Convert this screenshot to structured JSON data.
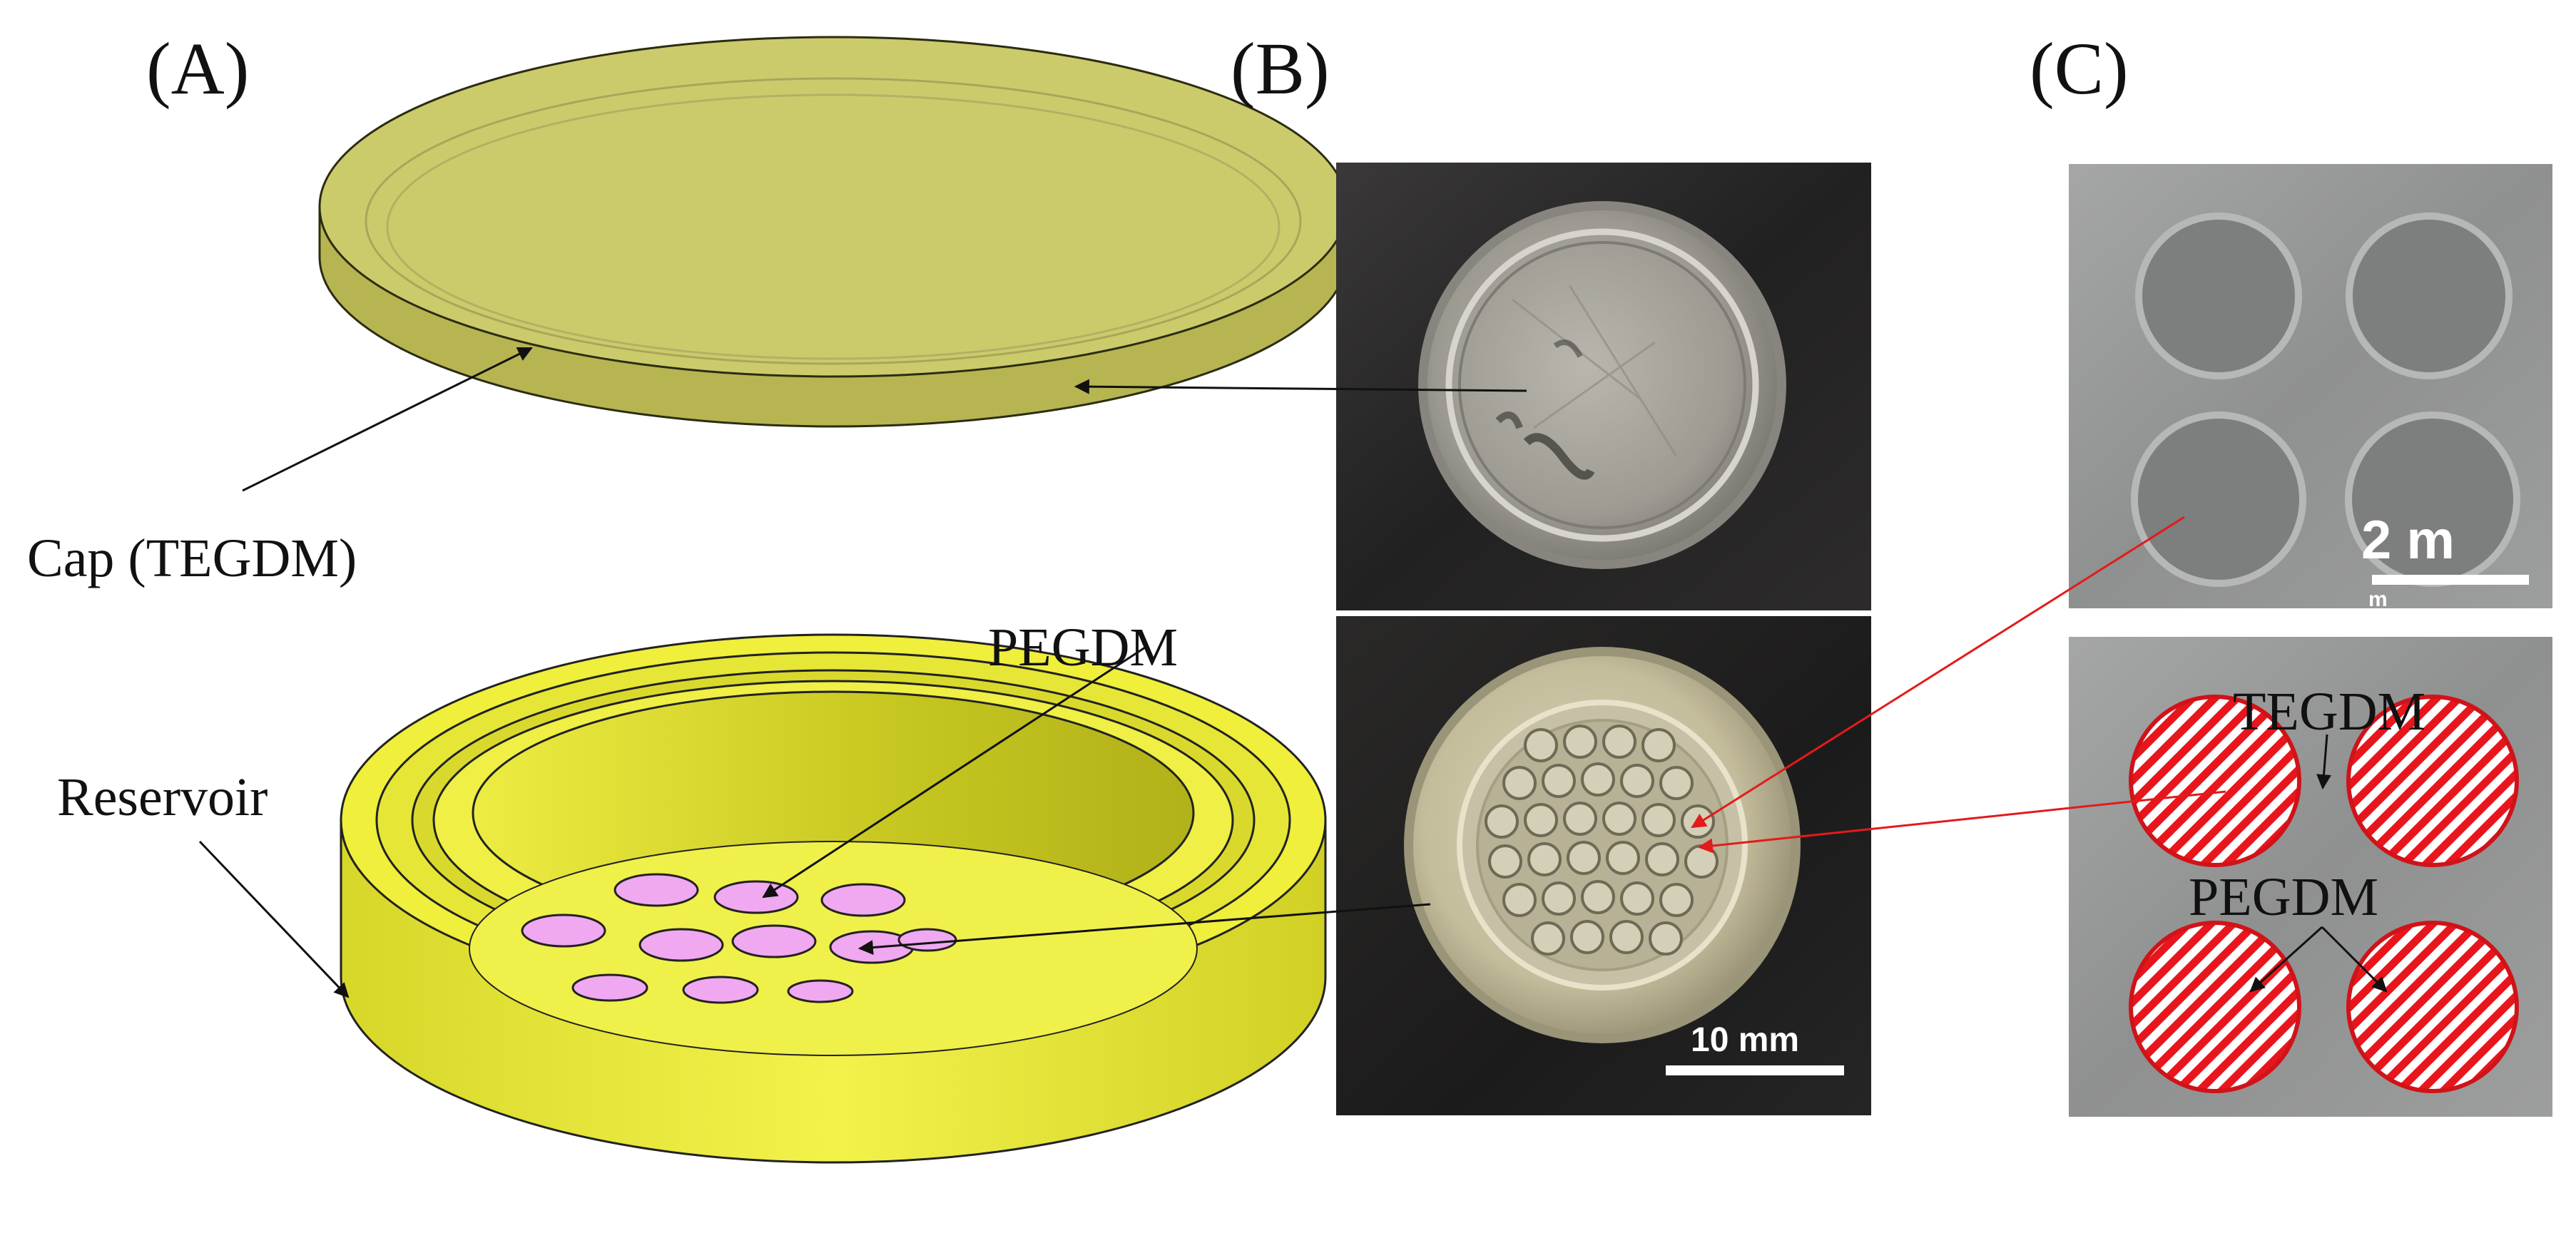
{
  "panels": {
    "a": {
      "letter": "(A)"
    },
    "b": {
      "letter": "(B)"
    },
    "c": {
      "letter": "(C)"
    }
  },
  "labels": {
    "cap": "Cap (TEGDM)",
    "reservoir": "Reservoir",
    "pegdm_a": "PEGDM",
    "tegdm_c": "TEGDM",
    "pegdm_c": "PEGDM"
  },
  "scale_bars": {
    "photo_b": "10 mm",
    "photo_c_line1": "2 m",
    "photo_c_line2": "m"
  },
  "colors": {
    "cap_fill": "#c9c86a",
    "reservoir_fill": "#e6e63a",
    "well_fill": "#f0a8f0",
    "hatch_red": "#e8161c",
    "arrow_black": "#111111",
    "arrow_red": "#e21b1b"
  }
}
